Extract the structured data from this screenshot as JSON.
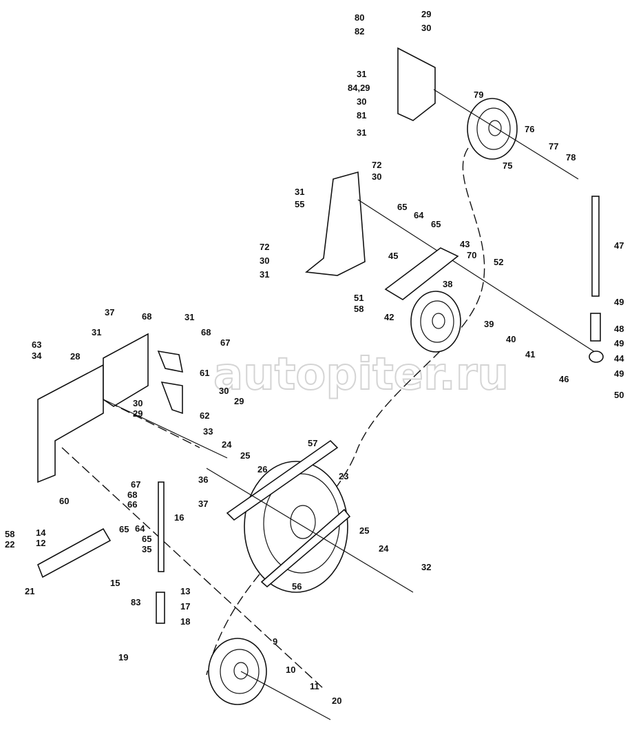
{
  "watermark": "autopiter.ru",
  "labels": [
    "80",
    "82",
    "29",
    "30",
    "31",
    "84,29",
    "30",
    "81",
    "31",
    "79",
    "76",
    "77",
    "78",
    "75",
    "72",
    "30",
    "31",
    "55",
    "65",
    "64",
    "65",
    "72",
    "30",
    "31",
    "43",
    "45",
    "70",
    "52",
    "47",
    "51",
    "58",
    "38",
    "42",
    "39",
    "40",
    "41",
    "49",
    "48",
    "49",
    "44",
    "46",
    "49",
    "50",
    "37",
    "68",
    "31",
    "31",
    "68",
    "67",
    "63",
    "34",
    "28",
    "61",
    "30",
    "30",
    "29",
    "29",
    "62",
    "33",
    "24",
    "25",
    "26",
    "23",
    "57",
    "67",
    "68",
    "66",
    "36",
    "37",
    "16",
    "60",
    "14",
    "12",
    "58",
    "22",
    "65",
    "64",
    "65",
    "35",
    "25",
    "24",
    "32",
    "56",
    "15",
    "13",
    "21",
    "83",
    "17",
    "18",
    "19",
    "9",
    "10",
    "11",
    "20"
  ]
}
